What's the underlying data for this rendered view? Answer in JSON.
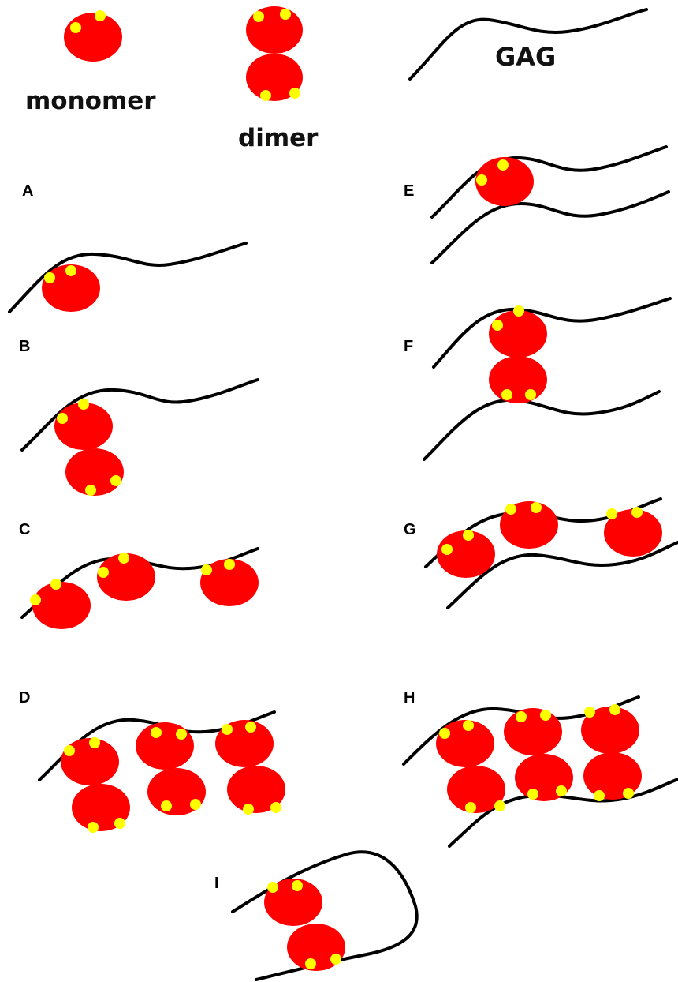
{
  "legend": {
    "monomer_label": "monomer",
    "dimer_label": "dimer",
    "gag_label": "GAG"
  },
  "panels": [
    {
      "label": "A",
      "description_shown": false
    },
    {
      "label": "B",
      "description_shown": false
    },
    {
      "label": "C",
      "description_shown": false
    },
    {
      "label": "D",
      "description_shown": false
    },
    {
      "label": "E",
      "description_shown": false
    },
    {
      "label": "F",
      "description_shown": false
    },
    {
      "label": "G",
      "description_shown": false
    },
    {
      "label": "H",
      "description_shown": false
    },
    {
      "label": "I",
      "description_shown": false
    }
  ],
  "colors": {
    "protein": "#ff0000",
    "binding_site": "#ffff00",
    "gag_chain": "#000000",
    "background": "#ffffff"
  }
}
